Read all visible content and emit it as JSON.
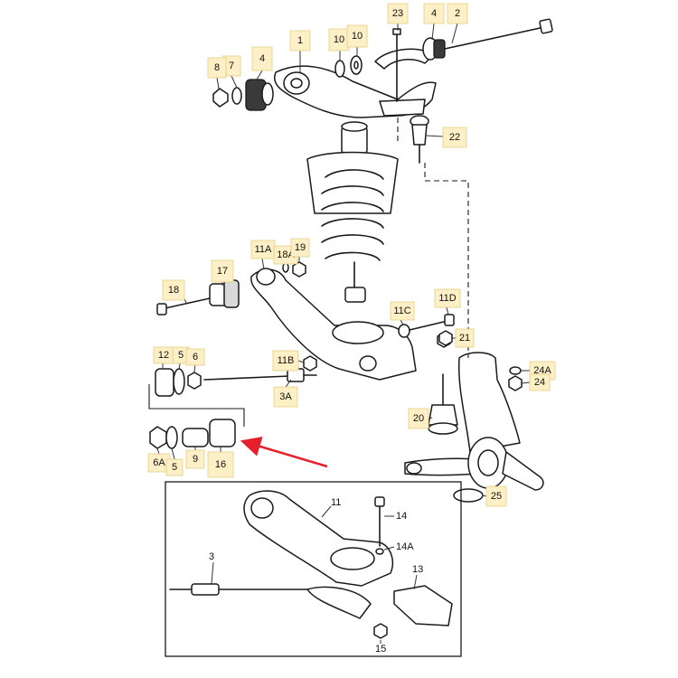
{
  "callouts": {
    "c1": "1",
    "c2": "2",
    "c3": "3",
    "c3A": "3A",
    "c4a": "4",
    "c4b": "4",
    "c5a": "5",
    "c5b": "5",
    "c6": "6",
    "c6A": "6A",
    "c7": "7",
    "c8": "8",
    "c9": "9",
    "c10a": "10",
    "c10b": "10",
    "c11": "11",
    "c11A": "11A",
    "c11B": "11B",
    "c11C": "11C",
    "c11D": "11D",
    "c12": "12",
    "c13": "13",
    "c14": "14",
    "c14A": "14A",
    "c15": "15",
    "c16": "16",
    "c17": "17",
    "c18": "18",
    "c18A": "18A",
    "c19": "19",
    "c20": "20",
    "c21": "21",
    "c22": "22",
    "c23": "23",
    "c24": "24",
    "c24A": "24A",
    "c25": "25"
  },
  "colors": {
    "highlight_arrow": "#e5202a",
    "callout_fill": "#fdf0c6"
  }
}
